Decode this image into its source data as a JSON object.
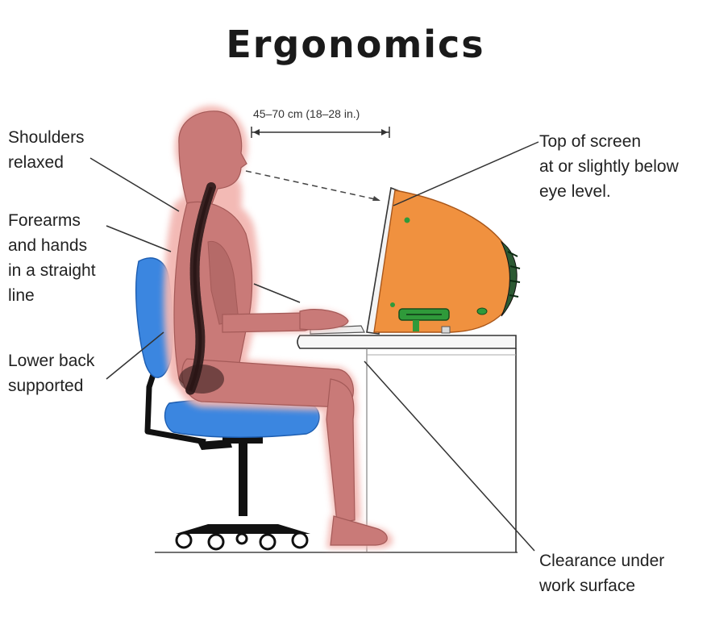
{
  "title": "Ergonomics",
  "distance_label": "45–70 cm (18–28 in.)",
  "callouts": {
    "shoulders": [
      "Shoulders",
      "relaxed"
    ],
    "forearms": [
      "Forearms",
      "and hands",
      "in a straight",
      "line"
    ],
    "lower_back": [
      "Lower back",
      "supported"
    ],
    "screen": [
      "Top of screen",
      "at or slightly below",
      "eye level."
    ],
    "clearance": [
      "Clearance under",
      "work surface"
    ]
  },
  "colors": {
    "body": "#c97a78",
    "body_glow": "#f3b7b2",
    "spine": "#3a2222",
    "chair": "#3b86e0",
    "chair_frame": "#111111",
    "monitor": "#f0913f",
    "monitor_green": "#2f9a3a"
  }
}
